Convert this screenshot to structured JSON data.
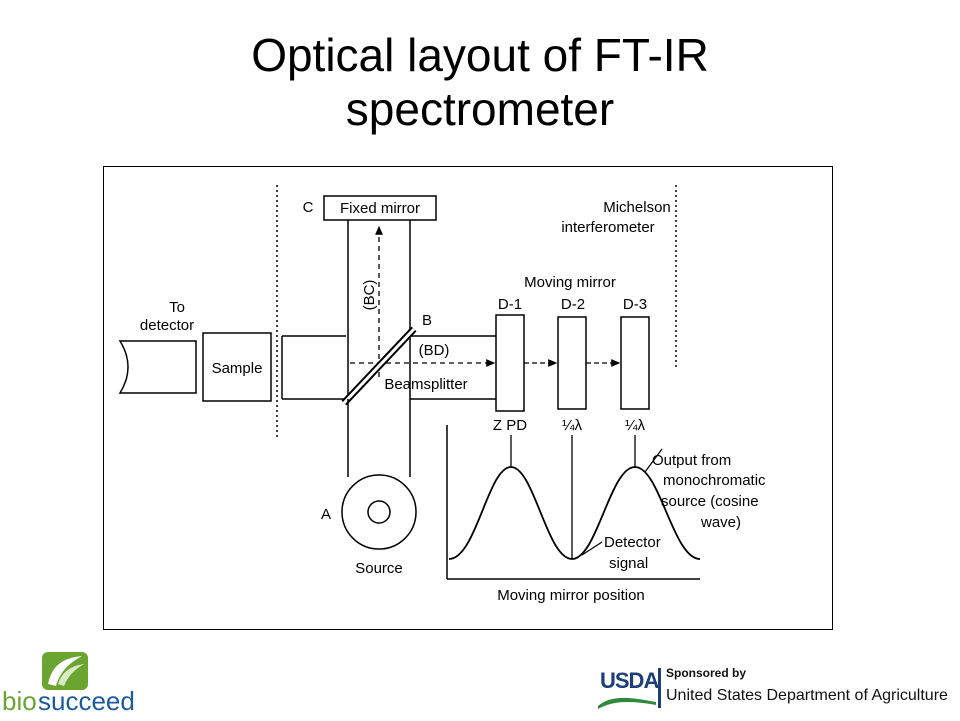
{
  "slide": {
    "title_line1": "Optical layout of FT-IR",
    "title_line2": "spectrometer"
  },
  "diagram": {
    "to_detector_line1": "To",
    "to_detector_line2": "detector",
    "sample": "Sample",
    "label_c": "C",
    "fixed_mirror": "Fixed mirror",
    "michelson_line1": "Michelson",
    "michelson_line2": "interferometer",
    "moving_mirror": "Moving mirror",
    "d1": "D-1",
    "d2": "D-2",
    "d3": "D-3",
    "label_b": "B",
    "bc": "(BC)",
    "bd": "(BD)",
    "beamsplitter": "Beamsplitter",
    "zpd": "Z PD",
    "quarter_lambda_1": "¼λ",
    "quarter_lambda_2": "¼λ",
    "output_line1": "Output from",
    "output_line2": "monochromatic",
    "output_line3": "source (cosine",
    "output_line4": "wave)",
    "label_a": "A",
    "source": "Source",
    "detector_signal_line1": "Detector",
    "detector_signal_line2": "signal",
    "x_axis_label": "Moving mirror position"
  },
  "logos": {
    "biosucceed_bio": "bio",
    "biosucceed_succeed": "succeed",
    "usda": "USDA",
    "sponsored_by": "Sponsored by",
    "usda_full": "United States Department of Agriculture"
  },
  "colors": {
    "usda_blue": "#1c3f7a",
    "bio_green": "#6aa531",
    "succeed_blue": "#1c5b9e"
  }
}
